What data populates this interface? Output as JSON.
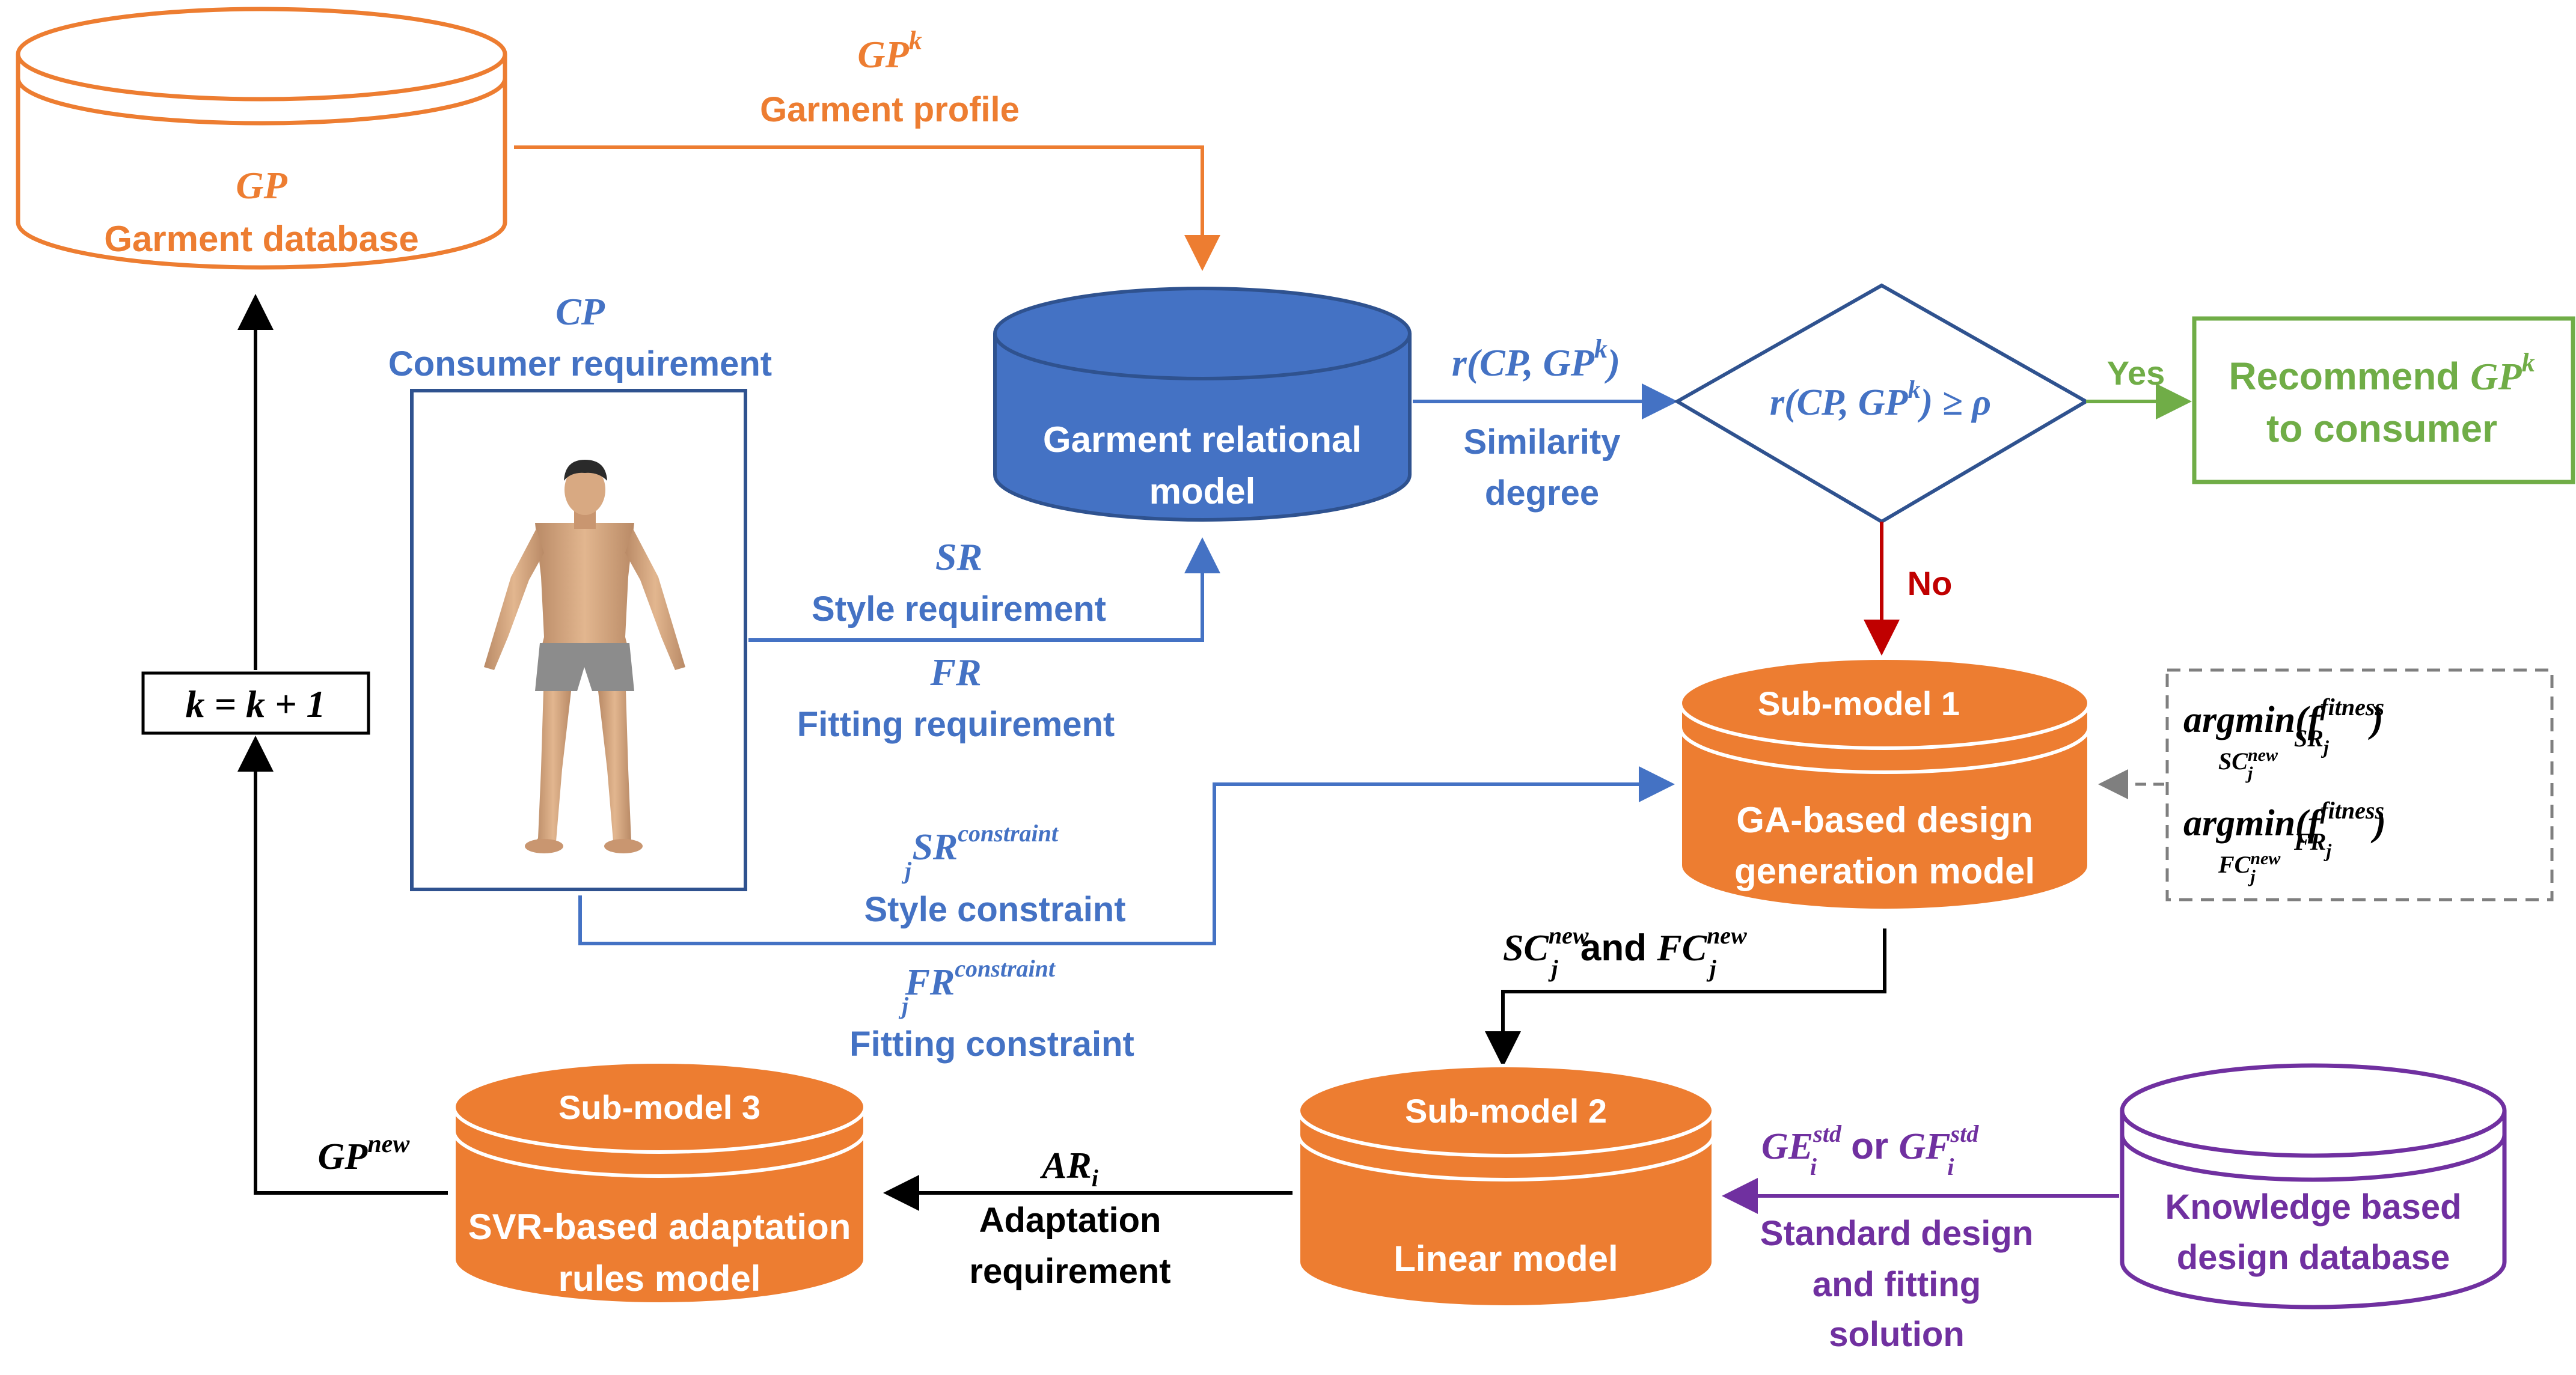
{
  "colors": {
    "orange": "#ED7D31",
    "blue": "#4472C4",
    "dark_blue_stroke": "#2F528F",
    "green": "#70AD47",
    "red": "#C00000",
    "purple": "#7030A0",
    "black": "#000000",
    "gray": "#7F7F7F"
  },
  "garment_db": {
    "symbol": "GP",
    "label": "Garment database"
  },
  "garment_profile": {
    "symbol": "GP",
    "sup": "k",
    "label": "Garment profile"
  },
  "consumer": {
    "symbol": "CP",
    "label": "Consumer requirement",
    "figure_icon": "human-body-model"
  },
  "style_req": {
    "symbol": "SR",
    "label": "Style requirement"
  },
  "fitting_req": {
    "symbol": "FR",
    "label": "Fitting requirement"
  },
  "relational_model": {
    "line1": "Garment relational",
    "line2": "model"
  },
  "similarity": {
    "formula_r": "r(",
    "formula_cp": "CP, GP",
    "sup": "k",
    "close": ")",
    "label_line1": "Similarity",
    "label_line2": "degree"
  },
  "decision": {
    "r": "r(",
    "cp": "CP, GP",
    "sup": "k",
    "tail": ") ≥ ρ"
  },
  "yes_label": "Yes",
  "no_label": "No",
  "recommend": {
    "line1a": "Recommend ",
    "line1b": "GP",
    "sup": "k",
    "line2": "to consumer"
  },
  "counter": {
    "formula": "k = k + 1"
  },
  "sub1": {
    "title": "Sub-model  1",
    "line1": "GA-based design",
    "line2": "generation model"
  },
  "objectives": {
    "f1_fn": "argmin(f",
    "f1_sup": "fitness",
    "f1_sub": "SR",
    "f1_subj": "j",
    "f1_close": ")",
    "f1_under": "SC",
    "f1_under_sup": "new",
    "f1_under_sub": "j",
    "f2_fn": "argmin(f",
    "f2_sup": "fitness",
    "f2_sub": "FR",
    "f2_subj": "j",
    "f2_close": ")",
    "f2_under": "FC",
    "f2_under_sup": "new",
    "f2_under_sub": "j"
  },
  "style_constraint": {
    "symbol": "SR",
    "sub": "j",
    "sup": "constraint",
    "label": "Style constraint"
  },
  "fitting_constraint": {
    "symbol": "FR",
    "sub": "j",
    "sup": "constraint",
    "label": "Fitting constraint"
  },
  "sc_fc": {
    "sc": "SC",
    "sup": "new",
    "sub": "j",
    "and": " and ",
    "fc": "FC"
  },
  "sub2": {
    "title": "Sub-model  2",
    "line1": "Linear model"
  },
  "sub3": {
    "title": "Sub-model  3",
    "line1": "SVR-based adaptation",
    "line2": "rules model"
  },
  "gp_new": {
    "symbol": "GP",
    "sup": "new"
  },
  "adaptation": {
    "symbol": "AR",
    "sub": "i",
    "line1": "Adaptation",
    "line2": "requirement"
  },
  "ge_gf": {
    "ge": "GE",
    "sub": "i",
    "sup": "std",
    "or": " or ",
    "gf": "GF"
  },
  "standard": {
    "line1": "Standard  design",
    "line2": "and fitting",
    "line3": "solution"
  },
  "knowledge_db": {
    "line1": "Knowledge based",
    "line2": "design database"
  }
}
